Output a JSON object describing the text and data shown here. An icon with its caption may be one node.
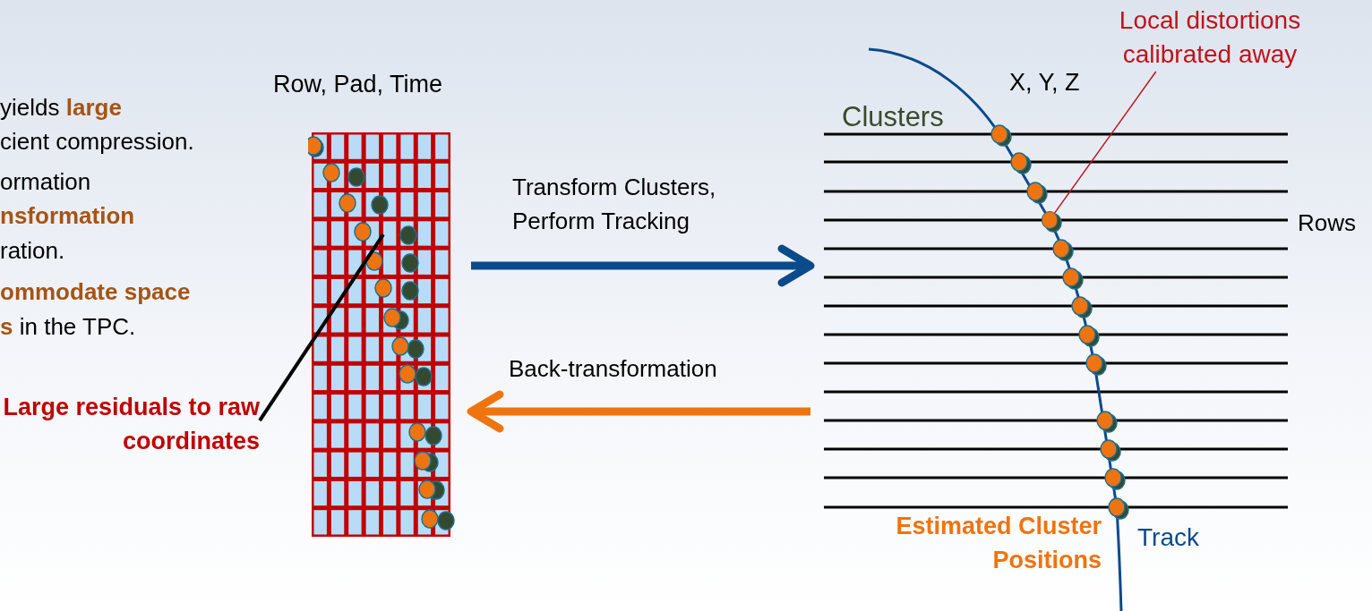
{
  "diagram": {
    "nodes": [
      {
        "text": [
          "Row, Pad, Time"
        ]
      },
      {
        "text": [
          "X, Y, Z"
        ],
        "beside": [
          "Rows"
        ]
      },
      {
        "text": [
          "Large residuals to raw coordinates"
        ]
      },
      {
        "text": [
          "Local distortions calibrated away"
        ]
      },
      {
        "text": [],
        "shape": "circle",
        "in": 1
      }
    ],
    "edges": [
      {
        "from": 0,
        "to": 1,
        "arrow": "to",
        "label": "Transform Clusters, Perform Tracking",
        "style": "thick",
        "color": "#0b4a8b"
      },
      {
        "from": 1,
        "to": 0,
        "arrow": "to",
        "label": "Back-transformation",
        "style": "thick",
        "color": "#ee7411"
      },
      {
        "from": 2,
        "to": 0,
        "arrow": "none",
        "color": "#000000"
      },
      {
        "from": 3,
        "to": 4,
        "arrow": "none",
        "color": "#c0121c"
      }
    ],
    "labels": [
      "yields **large**",
      "cient compression.",
      "ormation",
      "nsformation",
      "ration.",
      "ommodate space",
      "**s** in the TPC.",
      "Clusters",
      "Estimated Cluster Positions",
      "Track"
    ]
  }
}
